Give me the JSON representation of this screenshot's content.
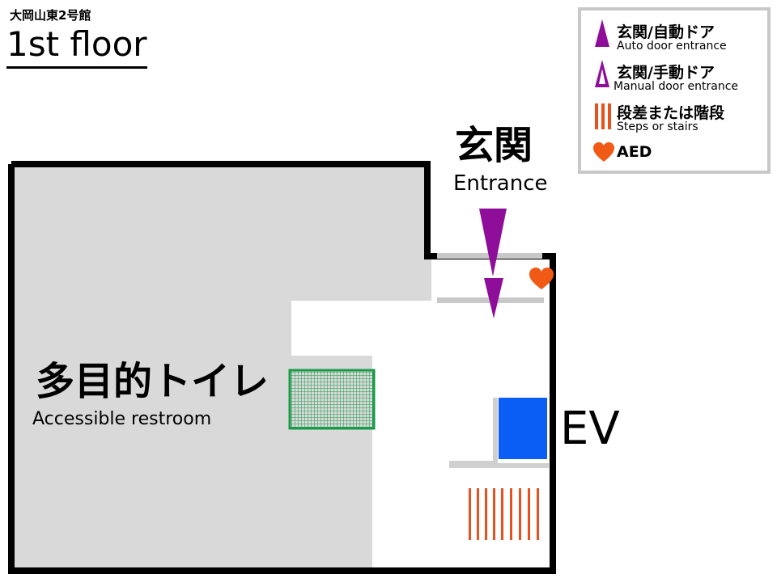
{
  "header": {
    "building_name": "大岡山東2号館",
    "floor": "1st floor"
  },
  "legend": {
    "items": [
      {
        "icon": "auto-door-arrow-icon",
        "label_ja": "玄関/自動ドア",
        "label_en": "Auto door entrance"
      },
      {
        "icon": "manual-door-arrow-icon",
        "label_ja": "玄関/手動ドア",
        "label_en": "Manual door entrance"
      },
      {
        "icon": "stairs-icon",
        "label_ja": "段差または階段",
        "label_en": "Steps or stairs"
      },
      {
        "icon": "heart-icon",
        "label_ja": "AED",
        "label_en": ""
      }
    ]
  },
  "map": {
    "entrance": {
      "label_ja": "玄関",
      "label_en": "Entrance"
    },
    "restroom": {
      "label_ja": "多目的トイレ",
      "label_en": "Accessible restroom"
    },
    "elevator": {
      "label": "EV"
    }
  },
  "colors": {
    "door_arrow": "#8e0e9a",
    "aed": "#f05a14",
    "stairs": "#e8501e",
    "restroom": "#1a9a4a",
    "elevator": "#0a5ef5",
    "room_gray": "#d9d9d9",
    "legend_border": "#c8c8c8"
  }
}
